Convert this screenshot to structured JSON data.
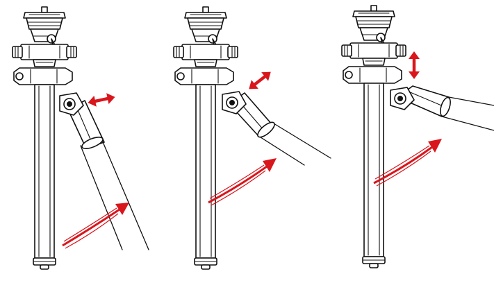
{
  "figure": {
    "panels": [
      {
        "id": "panel-1",
        "adjust_arrow": "horizontal",
        "leg_state": "steep"
      },
      {
        "id": "panel-2",
        "adjust_arrow": "diagonal",
        "leg_state": "mid"
      },
      {
        "id": "panel-3",
        "adjust_arrow": "vertical",
        "leg_state": "shallow"
      }
    ],
    "colors": {
      "line": "#111111",
      "arrow": "#d9161c",
      "background": "#ffffff"
    },
    "icons": {
      "adjust_arrow": "double-headed-arrow-icon",
      "motion_arrow": "curved-swoosh-arrow-icon"
    }
  }
}
